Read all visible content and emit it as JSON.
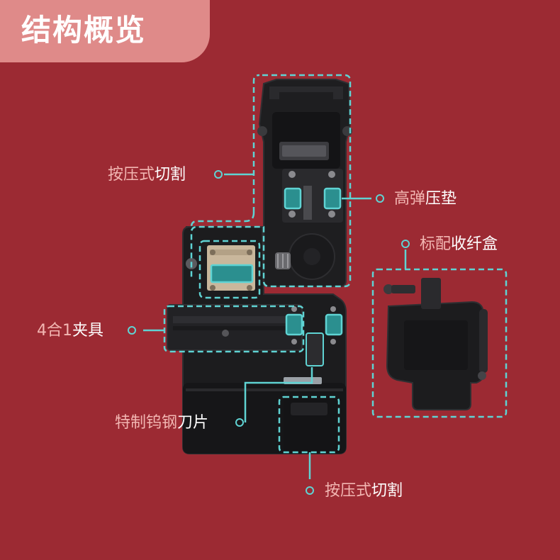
{
  "header": {
    "title": "结构概览"
  },
  "colors": {
    "background": "#9c2a33",
    "header_tab": "#df8a89",
    "accent_teal": "#5fd3d3",
    "label_pink": "#f2b6b2",
    "label_white": "#ffffff",
    "device_body": "#1b1b1d"
  },
  "labels": {
    "press_cut_top": {
      "pink": "按压式",
      "white": "切割"
    },
    "high_elastic_pad": {
      "pink": "高弹",
      "white": "压垫"
    },
    "standard_box": {
      "pink": "标配",
      "white": "收纤盒"
    },
    "clamp": {
      "pink": "4合1",
      "white": "夹具"
    },
    "blade": {
      "pink": "特制钨钢",
      "white": "刀片"
    },
    "press_cut_bottom": {
      "pink": "按压式",
      "white": "切割"
    }
  }
}
